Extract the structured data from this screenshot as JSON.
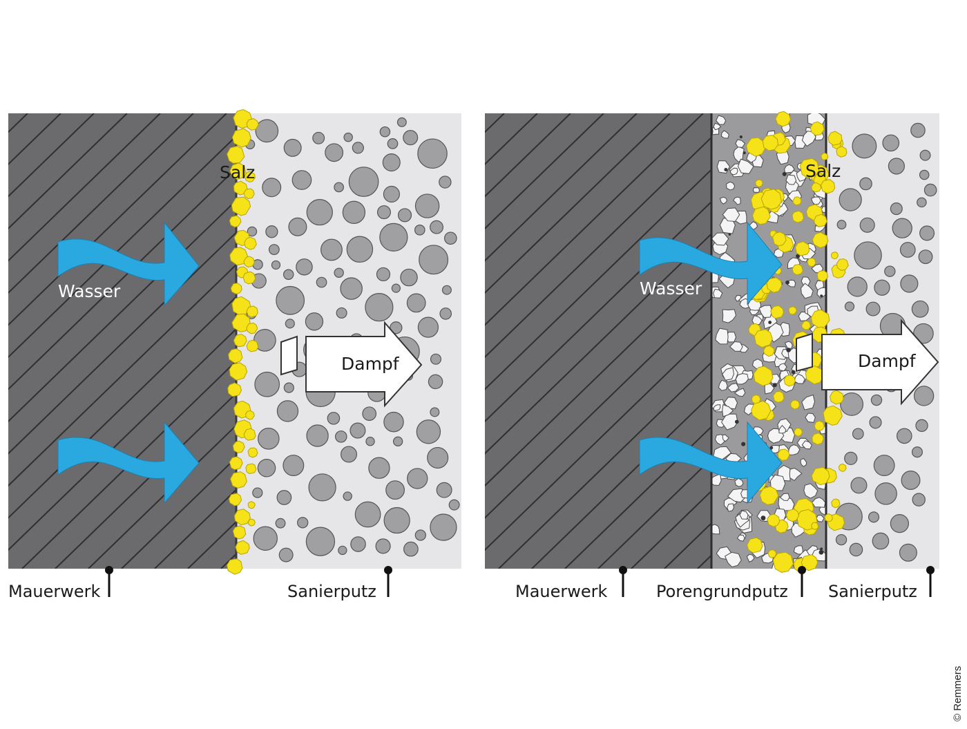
{
  "left_panel": {
    "wasser": "Wasser",
    "dampf": "Dampf",
    "salz": "Salz",
    "label_mauerwerk": "Mauerwerk",
    "label_sanierputz": "Sanierputz"
  },
  "right_panel": {
    "wasser": "Wasser",
    "dampf": "Dampf",
    "salz": "Salz",
    "label_mauerwerk": "Mauerwerk",
    "label_porengrundputz": "Porengrundputz",
    "label_sanierputz": "Sanierputz"
  },
  "credit": "© Remmers",
  "colors": {
    "masonry": "#6b6b6d",
    "plaster": "#e6e6e8",
    "pore_plaster": "#9b9b9d",
    "water": "#2aa8e0",
    "salt": "#f5e219",
    "pore": "#a0a0a2"
  }
}
